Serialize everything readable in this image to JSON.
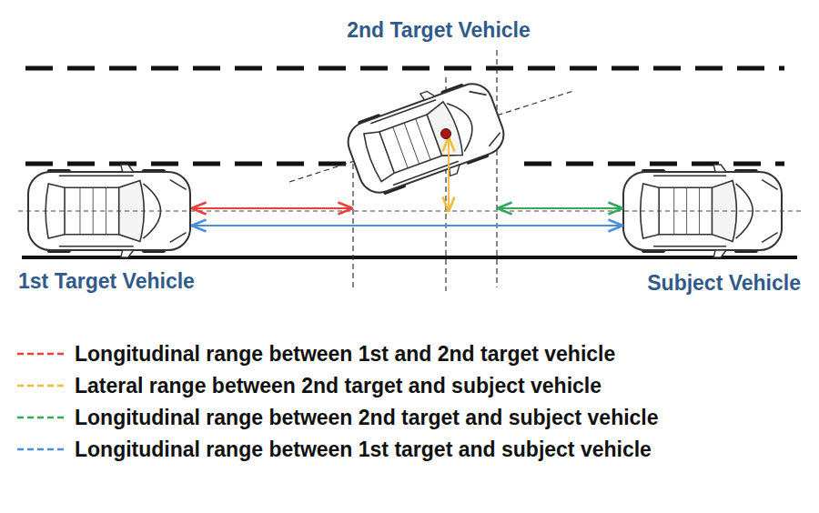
{
  "diagram": {
    "labels": [
      "2nd Target Vehicle",
      "1st Target Vehicle",
      "Subject Vehicle"
    ],
    "legend": [
      {
        "text": "Longitudinal range between 1st and 2nd target vehicle",
        "color": "#e8413c"
      },
      {
        "text": "Lateral range between 2nd target and subject vehicle",
        "color": "#f2bd3a"
      },
      {
        "text": "Longitudinal range between 2nd target and subject vehicle",
        "color": "#36a85c"
      },
      {
        "text": "Longitudinal range between 1st target and subject vehicle",
        "color": "#4a8fd8"
      }
    ]
  }
}
